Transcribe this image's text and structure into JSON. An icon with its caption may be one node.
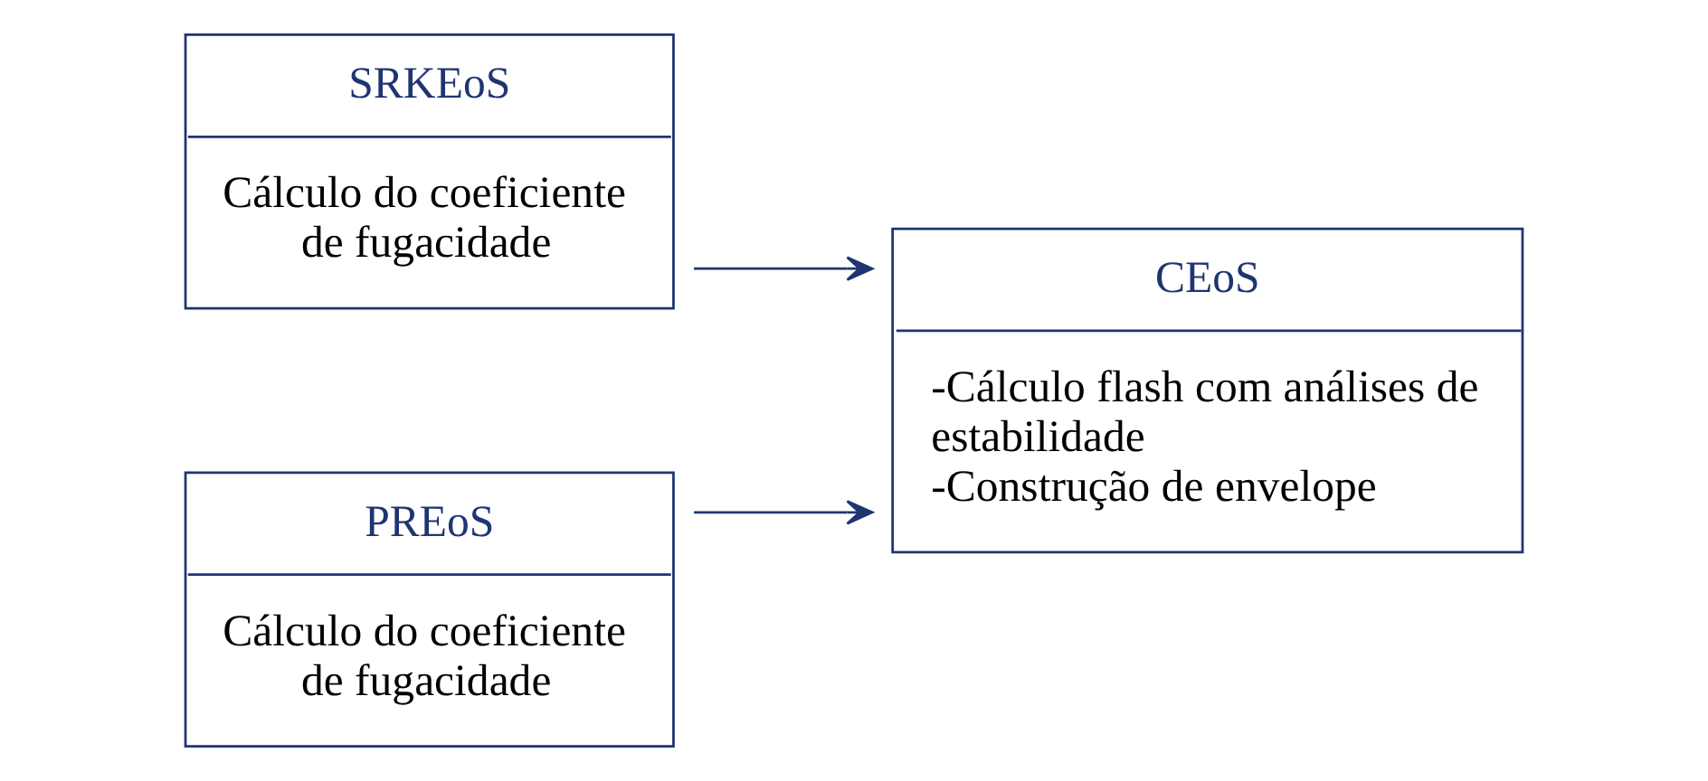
{
  "diagram": {
    "nodes": [
      {
        "text": [
          "SRKEoS",
          "Cálculo do coeficiente de fugacidade"
        ]
      },
      {
        "text": [
          "PREoS",
          "Cálculo do coeficiente de fugacidade"
        ]
      },
      {
        "text": [
          "CEoS",
          "-Cálculo flash com análises de estabilidade",
          "-Construção de envelope"
        ]
      }
    ],
    "edges": [
      {
        "from": 0,
        "to": 2,
        "arrow": "to"
      },
      {
        "from": 1,
        "to": 2,
        "arrow": "to"
      }
    ]
  }
}
